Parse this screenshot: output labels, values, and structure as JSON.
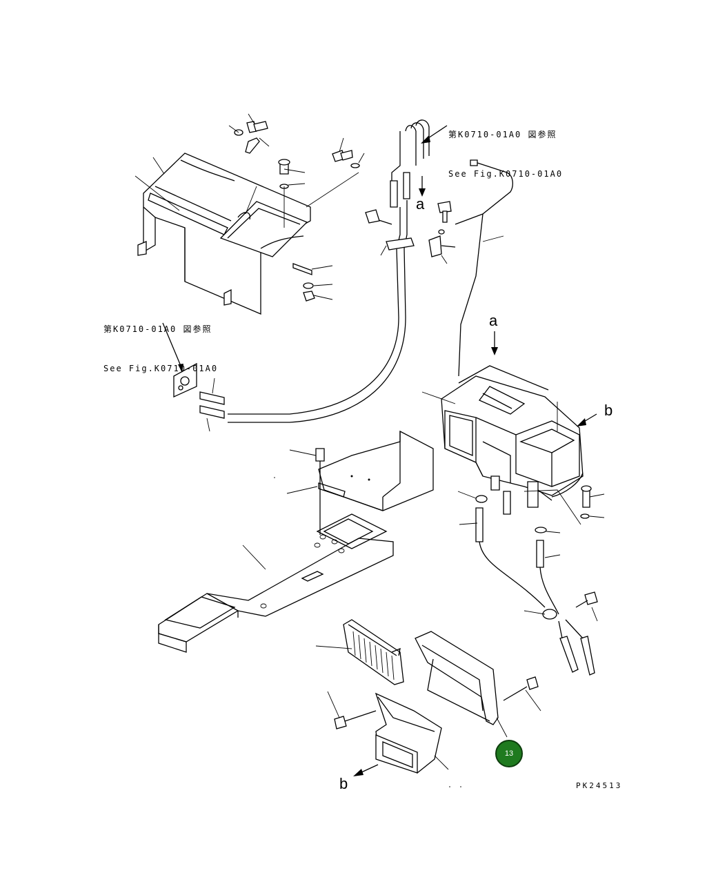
{
  "references": {
    "top": {
      "line1": "第K0710-01A0 図参照",
      "line2": "See Fig.K0710-01A0"
    },
    "left": {
      "line1": "第K0710-01A0 図参照",
      "line2": "See Fig.K0710-01A0"
    }
  },
  "markers": {
    "a_top": "a",
    "a_mid": "a",
    "b_right": "b",
    "b_bottom": "b"
  },
  "badge": {
    "label": "13",
    "color": "#1f7a1f"
  },
  "drawing_code": "PK24513"
}
